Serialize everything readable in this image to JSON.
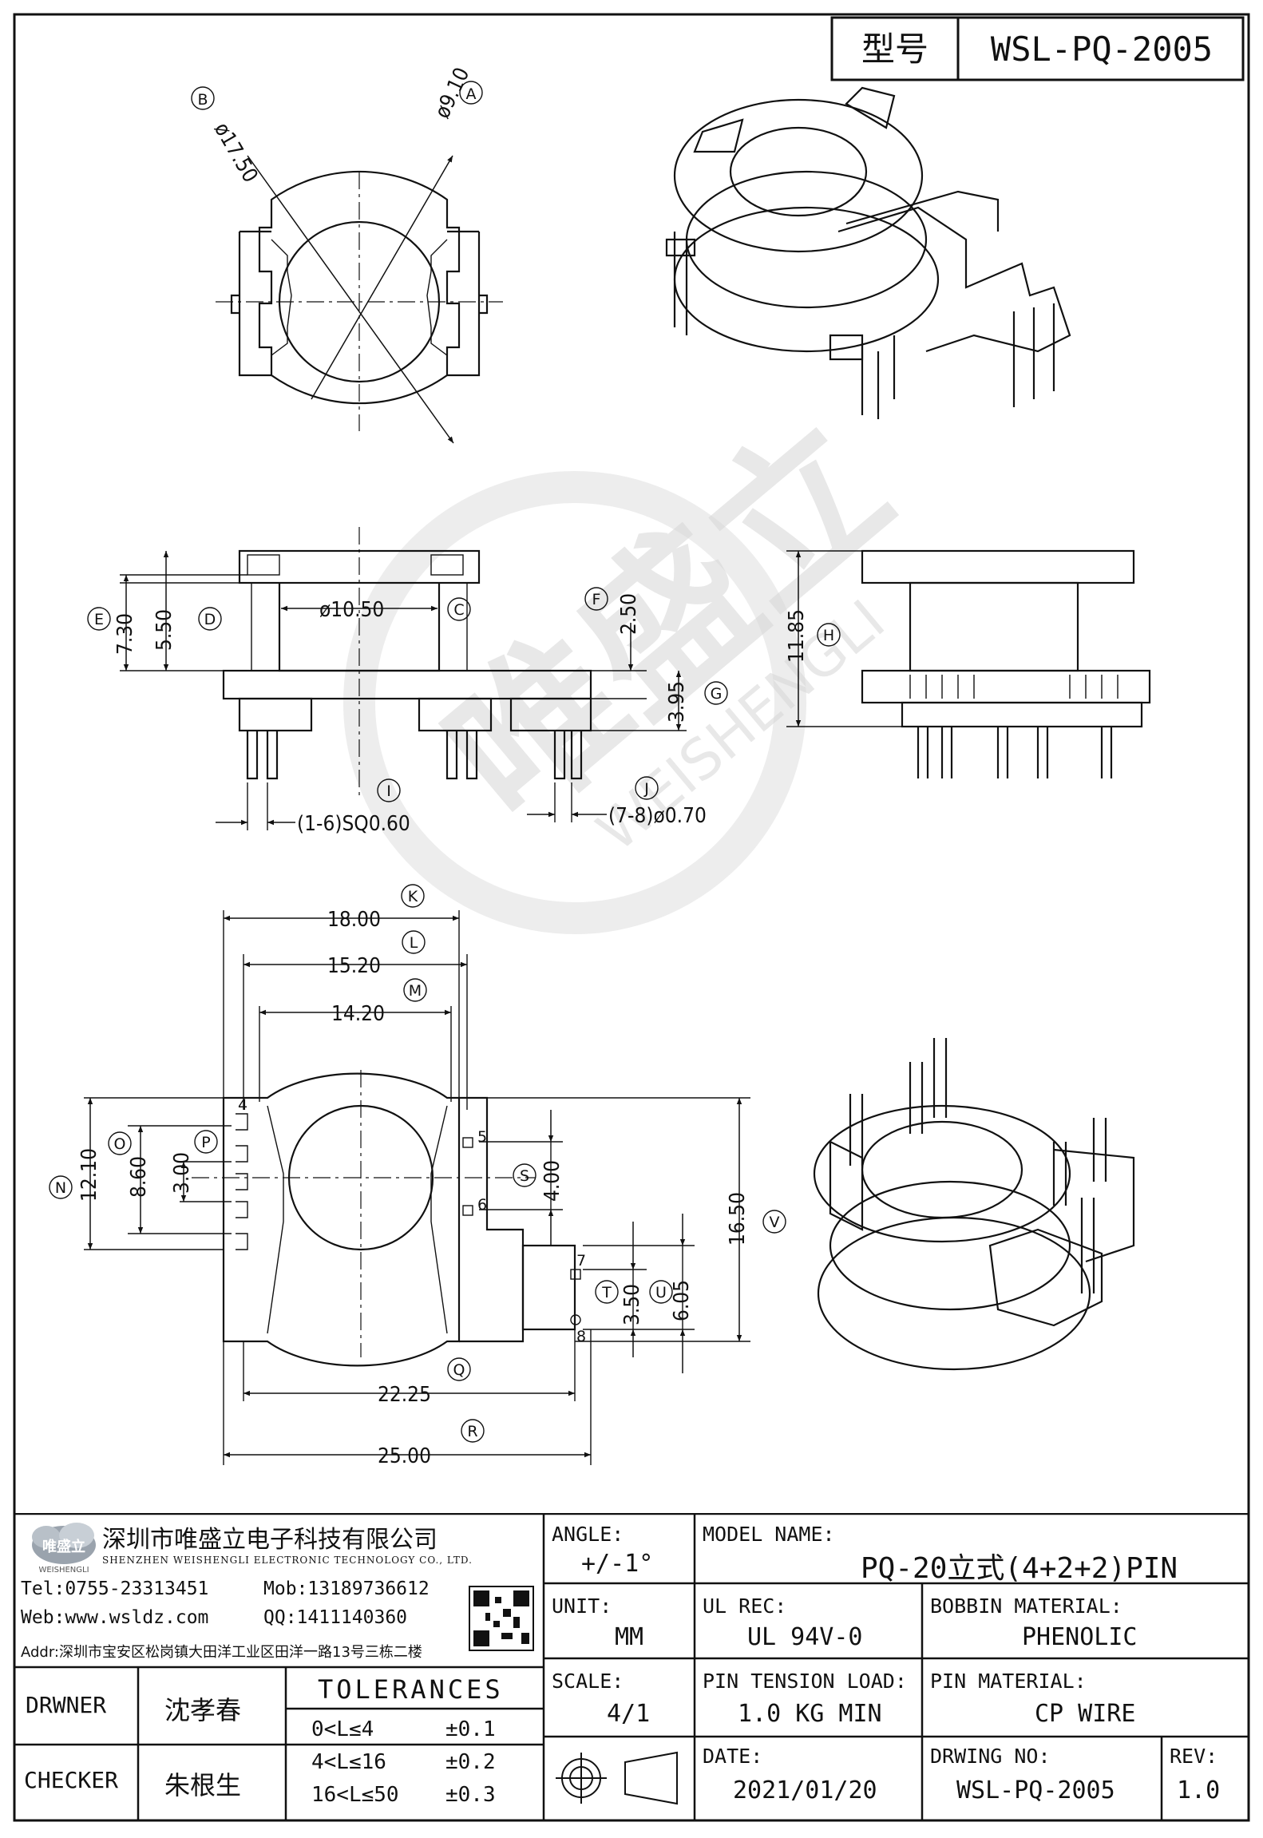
{
  "header": {
    "model_label": "型号",
    "model_value": "WSL-PQ-2005"
  },
  "dimensions": {
    "top": {
      "B": "B",
      "A": "A",
      "phi_17_50": "ø17.50",
      "phi_9_10": "ø9.10"
    },
    "side": {
      "E": "E",
      "D": "D",
      "C": "C",
      "F": "F",
      "G": "G",
      "H": "H",
      "I": "I",
      "J": "J",
      "d_7_30": "7.30",
      "d_5_50": "5.50",
      "phi_10_50": "ø10.50",
      "d_2_50": "2.50",
      "d_3_95": "3.95",
      "d_11_85": "11.85",
      "pins_1_6": "(1-6)SQ0.60",
      "pins_7_8": "(7-8)ø0.70"
    },
    "bottom": {
      "K": "K",
      "L": "L",
      "M": "M",
      "N": "N",
      "O": "O",
      "P": "P",
      "Q": "Q",
      "R": "R",
      "S": "S",
      "T": "T",
      "U": "U",
      "V": "V",
      "d_18_00": "18.00",
      "d_15_20": "15.20",
      "d_14_20": "14.20",
      "d_12_10": "12.10",
      "d_8_60": "8.60",
      "d_3_00": "3.00",
      "d_4_00": "4.00",
      "d_16_50": "16.50",
      "d_3_50": "3.50",
      "d_6_05": "6.05",
      "d_22_25": "22.25",
      "d_25_00": "25.00",
      "pin_4": "4",
      "pin_5": "5",
      "pin_6": "6",
      "pin_7": "7",
      "pin_8": "8"
    }
  },
  "watermark": {
    "cn": "唯盛立",
    "en": "WEISHENGLI"
  },
  "company": {
    "logo_cn": "唯盛立",
    "logo_en": "WEISHENGLI",
    "name_cn": "深圳市唯盛立电子科技有限公司",
    "name_en": "SHENZHEN WEISHENGLI ELECTRONIC TECHNOLOGY CO., LTD.",
    "tel": "Tel:0755-23313451",
    "mob": "Mob:13189736612",
    "web": "Web:www.wsldz.com",
    "qq": "QQ:1411140360",
    "addr": "Addr:深圳市宝安区松岗镇大田洋工业区田洋一路13号三栋二楼"
  },
  "title_block": {
    "angle_label": "ANGLE:",
    "angle_value": "+/-1°",
    "model_name_label": "MODEL NAME:",
    "model_name_value": "PQ-20立式(4+2+2)PIN",
    "unit_label": "UNIT:",
    "unit_value": "MM",
    "ul_rec_label": "UL REC:",
    "ul_rec_value": "UL 94V-0",
    "bobbin_label": "BOBBIN MATERIAL:",
    "bobbin_value": "PHENOLIC",
    "scale_label": "SCALE:",
    "scale_value": "4/1",
    "pin_tension_label": "PIN TENSION LOAD:",
    "pin_tension_value": "1.0 KG MIN",
    "pin_material_label": "PIN MATERIAL:",
    "pin_material_value": "CP WIRE",
    "date_label": "DATE:",
    "date_value": "2021/01/20",
    "drawing_no_label": "DRWING NO:",
    "drawing_no_value": "WSL-PQ-2005",
    "rev_label": "REV:",
    "rev_value": "1.0",
    "drawer_label": "DRWNER",
    "drawer_value": "沈孝春",
    "checker_label": "CHECKER",
    "checker_value": "朱根生",
    "tolerances_label": "TOLERANCES",
    "tol_rows": [
      {
        "range": "0<L≤4",
        "tol": "±0.1"
      },
      {
        "range": "4<L≤16",
        "tol": "±0.2"
      },
      {
        "range": "16<L≤50",
        "tol": "±0.3"
      }
    ]
  }
}
